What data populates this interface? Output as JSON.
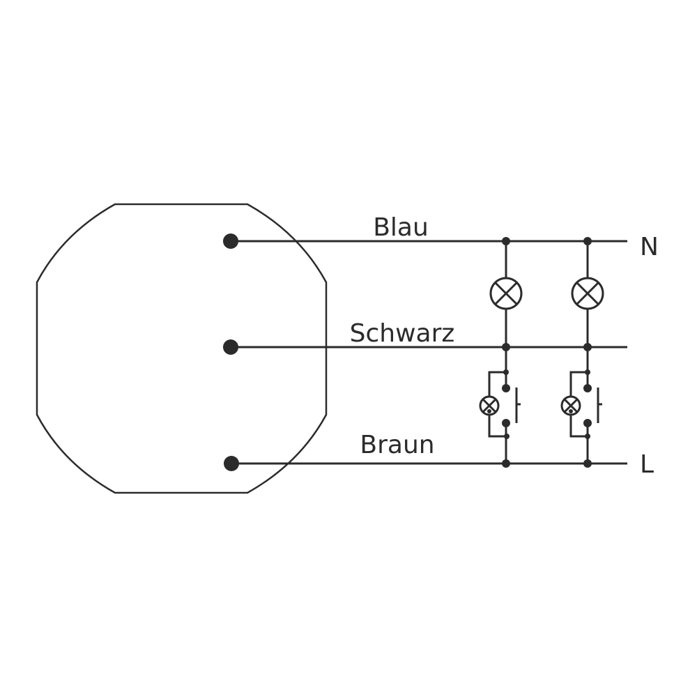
{
  "diagram": {
    "title": "Wiring diagram: flush-mounted module with two lamps and illuminated push buttons",
    "wires": [
      {
        "id": "blau",
        "label": "Blau",
        "terminal": "N"
      },
      {
        "id": "schwarz",
        "label": "Schwarz",
        "terminal": ""
      },
      {
        "id": "braun",
        "label": "Braun",
        "terminal": "L"
      }
    ],
    "terminals": {
      "neutral": "N",
      "live": "L"
    },
    "branches": [
      {
        "name": "branch-1",
        "lamp": "lamp",
        "switch": "illuminated push button"
      },
      {
        "name": "branch-2",
        "lamp": "lamp",
        "switch": "illuminated push button"
      }
    ],
    "colors": {
      "line": "#2b2b2b",
      "background": "#ffffff"
    }
  }
}
